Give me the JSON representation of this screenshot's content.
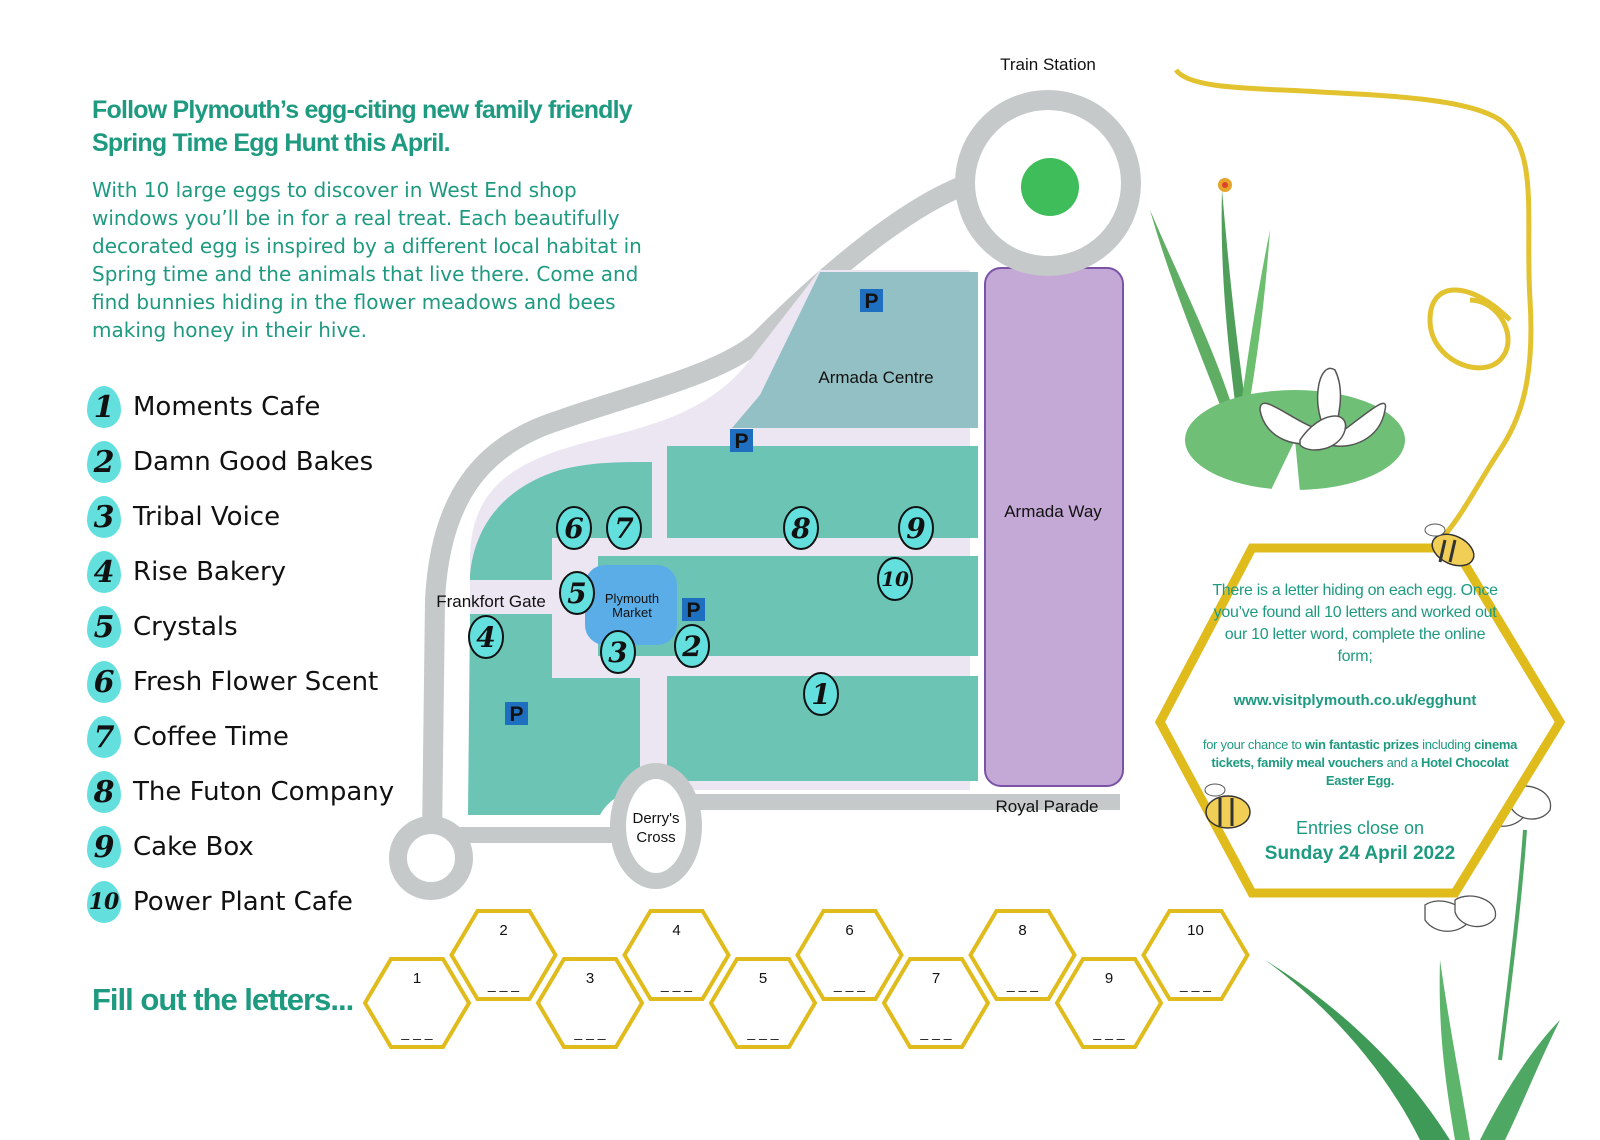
{
  "header": {
    "headline": "Follow Plymouth’s egg-citing new family friendly Spring Time Egg Hunt this April.",
    "intro": "With 10 large eggs to discover in West End shop windows you’ll be in for a real treat. Each beautifully decorated egg is inspired by a different local habitat in Spring time and the animals that live there. Come and find bunnies hiding in the flower meadows and bees making honey in their hive."
  },
  "legend": [
    {
      "num": "1",
      "name": "Moments Cafe"
    },
    {
      "num": "2",
      "name": "Damn Good Bakes"
    },
    {
      "num": "3",
      "name": "Tribal Voice"
    },
    {
      "num": "4",
      "name": "Rise Bakery"
    },
    {
      "num": "5",
      "name": "Crystals"
    },
    {
      "num": "6",
      "name": "Fresh Flower Scent"
    },
    {
      "num": "7",
      "name": "Coffee Time"
    },
    {
      "num": "8",
      "name": "The Futon Company"
    },
    {
      "num": "9",
      "name": "Cake Box"
    },
    {
      "num": "10",
      "name": "Power Plant Cafe"
    }
  ],
  "map": {
    "train_station": "Train Station",
    "armada_centre": "Armada Centre",
    "armada_way": "Armada Way",
    "frankfort_gate": "Frankfort Gate",
    "plymouth_market_1": "Plymouth",
    "plymouth_market_2": "Market",
    "royal_parade": "Royal Parade",
    "derrys_cross_1": "Derry's",
    "derrys_cross_2": "Cross",
    "parking": "P",
    "eggs": [
      "1",
      "2",
      "3",
      "4",
      "5",
      "6",
      "7",
      "8",
      "9",
      "10"
    ]
  },
  "info": {
    "body": "There is a letter hiding on each egg. Once you’ve found all 10 letters and worked out our 10 letter word, complete the online form;",
    "url": "www.visitplymouth.co.uk/egghunt",
    "prize_pre": "for your chance to ",
    "prize_bold1": "win fantastic prizes",
    "prize_mid": " including ",
    "prize_bold2": "cinema tickets, family meal vouchers",
    "prize_and": " and a ",
    "prize_bold3": "Hotel Chocolat Easter Egg.",
    "entries": "Entries close on",
    "date": "Sunday 24 April 2022"
  },
  "fill": {
    "title": "Fill out the letters...",
    "slots": [
      "1",
      "2",
      "3",
      "4",
      "5",
      "6",
      "7",
      "8",
      "9",
      "10"
    ],
    "blank": "_ _ _"
  },
  "colors": {
    "teal_text": "#1e9a80",
    "block_green": "#6cc4b5",
    "armada_centre": "#93c0c4",
    "armada_way": "#c4a8d6",
    "road": "#c5c9c9",
    "pedestrian": "#ece6f3",
    "egg_cyan": "#63e0de",
    "hex_gold": "#e0bb1c",
    "parking_blue": "#1f6fc1",
    "market_blue": "#5aade6",
    "station_green": "#3fbd5b"
  }
}
